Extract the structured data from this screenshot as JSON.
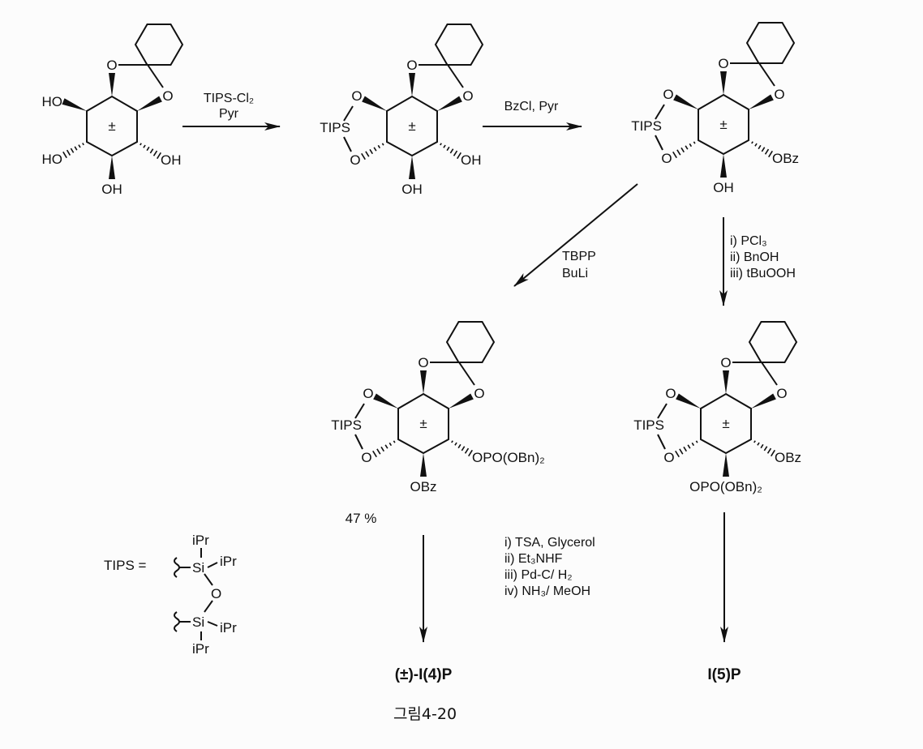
{
  "molecules": [
    {
      "id": "m1",
      "ring_label": "±",
      "acetal_o1": "O",
      "acetal_o2": "O",
      "ul": "HO",
      "ll": "HO",
      "lr": "OH",
      "bottom": "OH",
      "type": "oh"
    },
    {
      "id": "m2",
      "ring_label": "±",
      "acetal_o1": "O",
      "acetal_o2": "O",
      "tips": "TIPS",
      "o_ul": "O",
      "o_ll": "O",
      "lr": "OH",
      "bottom": "OH",
      "type": "tips"
    },
    {
      "id": "m3",
      "ring_label": "±",
      "acetal_o1": "O",
      "acetal_o2": "O",
      "tips": "TIPS",
      "o_ul": "O",
      "o_ll": "O",
      "lr": "OBz",
      "bottom": "OH",
      "type": "tips"
    },
    {
      "id": "m4",
      "ring_label": "±",
      "acetal_o1": "O",
      "acetal_o2": "O",
      "tips": "TIPS",
      "o_ul": "O",
      "o_ll": "O",
      "lr": "OPO(OBn)₂",
      "bottom": "OBz",
      "type": "tips"
    },
    {
      "id": "m5",
      "ring_label": "±",
      "acetal_o1": "O",
      "acetal_o2": "O",
      "tips": "TIPS",
      "o_ul": "O",
      "o_ll": "O",
      "lr": "OBz",
      "bottom": "OPO(OBn)₂",
      "type": "tips"
    }
  ],
  "steps": {
    "step1": [
      "TIPS-Cl₂",
      "Pyr"
    ],
    "step2": [
      "BzCl, Pyr"
    ],
    "step3": [
      "TBPP",
      "BuLi"
    ],
    "step4": [
      "i) PCl₃",
      "ii) BnOH",
      "iii) tBuOOH"
    ],
    "step5": [
      "i) TSA, Glycerol",
      "ii) Et₃NHF",
      "iii) Pd-C/ H₂",
      "iv) NH₃/ MeOH"
    ]
  },
  "yield": "47 %",
  "products": {
    "p1": "(±)-I(4)P",
    "p2": "I(5)P"
  },
  "tips_def": {
    "lhs": "TIPS =",
    "si1": "Si",
    "si2": "Si",
    "o": "O",
    "ipr1": "iPr",
    "ipr2": "iPr",
    "ipr3": "iPr",
    "ipr4": "iPr"
  },
  "caption": "그림4-20"
}
